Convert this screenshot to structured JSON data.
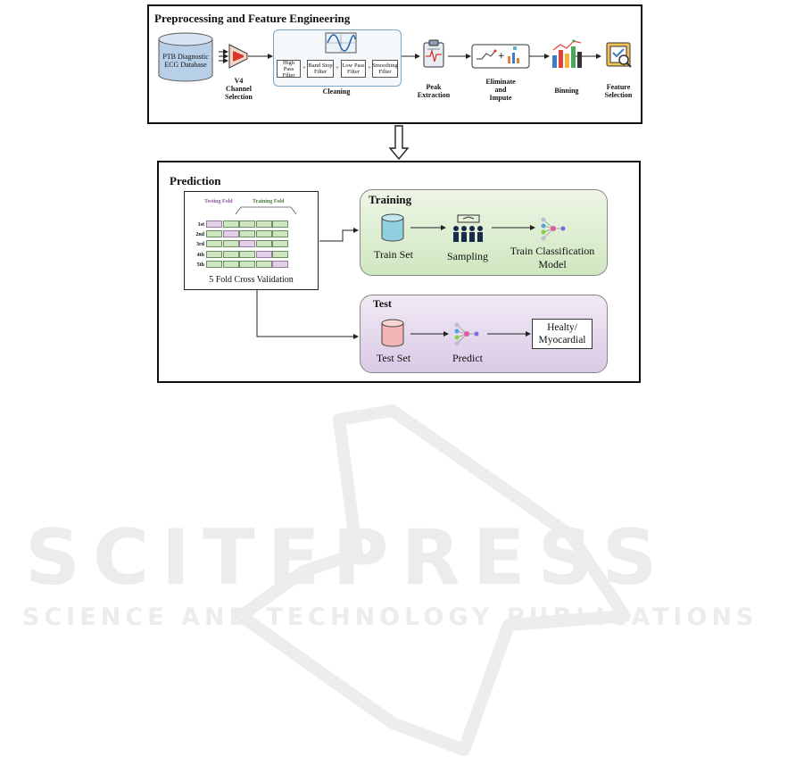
{
  "preprocessing": {
    "title": "Preprocessing and Feature Engineering",
    "database": [
      "PTB Diagnostic",
      "ECG Database"
    ],
    "channel_selection": [
      "V4",
      "Channel",
      "Selection"
    ],
    "cleaning": {
      "label": "Cleaning",
      "filters": [
        [
          "High Pass",
          "Filter"
        ],
        [
          "Band Stop",
          "Filter"
        ],
        [
          "Low Pass",
          "Filter"
        ],
        [
          "Smoothing",
          "Filter"
        ]
      ],
      "plus": "+"
    },
    "peak_extraction": [
      "Peak",
      "Extraction"
    ],
    "eliminate_impute": [
      "Eliminate",
      "and",
      "Impute"
    ],
    "binning": "Binning",
    "feature_selection": [
      "Feature",
      "Selection"
    ]
  },
  "prediction": {
    "title": "Prediction",
    "cross_validation": {
      "testing_fold": "Testing Fold",
      "training_fold": "Training Fold",
      "rows": [
        "1st",
        "2nd",
        "3rd",
        "4th",
        "5th"
      ],
      "caption": "5 Fold Cross Validation",
      "test_positions": [
        0,
        1,
        2,
        3,
        4
      ]
    },
    "training": {
      "title": "Training",
      "train_set": "Train Set",
      "sampling": "Sampling",
      "model": [
        "Train Classification",
        "Model"
      ]
    },
    "test": {
      "title": "Test",
      "test_set": "Test Set",
      "predict": "Predict",
      "output": [
        "Healty/",
        "Myocardial"
      ]
    }
  },
  "watermark": {
    "main": "SCITEPRESS",
    "sub": "SCIENCE AND TECHNOLOGY PUBLICATIONS"
  },
  "colors": {
    "train_accent": "#9fd3dd",
    "test_accent": "#f2b4b4",
    "train_panel": "#cfe7c0",
    "test_panel": "#dac9e6"
  }
}
